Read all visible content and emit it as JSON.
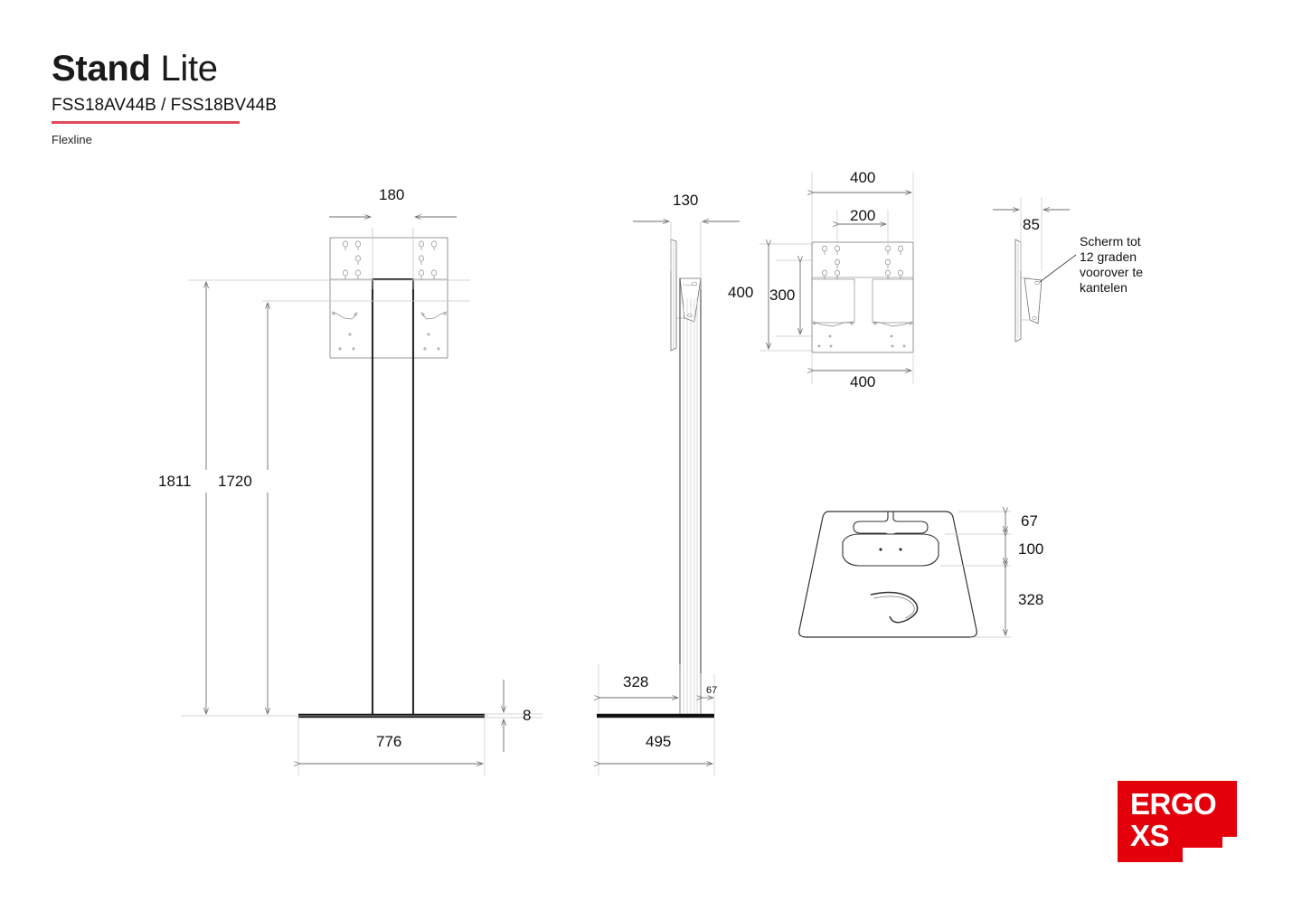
{
  "header": {
    "title_strong": "Stand",
    "title_light": "Lite",
    "models": "FSS18AV44B / FSS18BV44B",
    "family": "Flexline",
    "accent_color": "#e1485a"
  },
  "logo": {
    "line1": "ERGO",
    "line2": "XS",
    "color": "#e3000b"
  },
  "annotations": {
    "tilt_note_line1": "Scherm tot",
    "tilt_note_line2": "12 graden",
    "tilt_note_line3": "voorover te",
    "tilt_note_line4": "kantelen"
  },
  "views": {
    "front": {
      "name": "front-elevation",
      "dimensions": {
        "column_width": "180",
        "total_height": "1811",
        "column_height": "1720",
        "base_width": "776",
        "base_thickness": "8"
      }
    },
    "side": {
      "name": "side-elevation",
      "dimensions": {
        "column_depth": "130",
        "base_front_depth": "328",
        "base_rear_depth": "67",
        "base_total_depth": "495"
      }
    },
    "vesa": {
      "name": "vesa-pattern-detail",
      "dimensions": {
        "outer_width_top": "400",
        "inner_width": "200",
        "outer_height": "400",
        "inner_height": "300",
        "outer_width_bottom": "400"
      }
    },
    "tilt": {
      "name": "tilt-detail",
      "dimensions": {
        "bracket_depth": "85"
      }
    },
    "baseplate_top": {
      "name": "base-plate-top-view",
      "dimensions": {
        "slot_zone": "67",
        "mount_zone": "100",
        "plate_depth": "328"
      }
    }
  }
}
